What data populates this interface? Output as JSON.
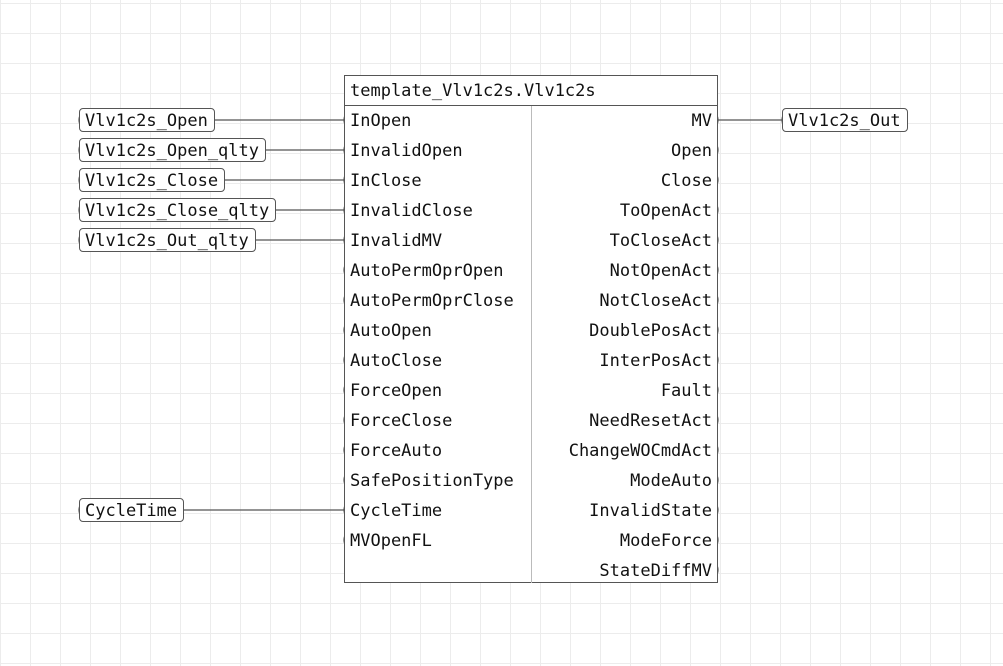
{
  "block": {
    "title": "template_Vlv1c2s.Vlv1c2s",
    "inputs": [
      "InOpen",
      "InvalidOpen",
      "InClose",
      "InvalidClose",
      "InvalidMV",
      "AutoPermOprOpen",
      "AutoPermOprClose",
      "AutoOpen",
      "AutoClose",
      "ForceOpen",
      "ForceClose",
      "ForceAuto",
      "SafePositionType",
      "CycleTime",
      "MVOpenFL"
    ],
    "outputs": [
      "MV",
      "Open",
      "Close",
      "ToOpenAct",
      "ToCloseAct",
      "NotOpenAct",
      "NotCloseAct",
      "DoublePosAct",
      "InterPosAct",
      "Fault",
      "NeedResetAct",
      "ChangeWOCmdAct",
      "ModeAuto",
      "InvalidState",
      "ModeForce",
      "StateDiffMV"
    ]
  },
  "input_tags": [
    {
      "label": "Vlv1c2s_Open",
      "pin": "InOpen"
    },
    {
      "label": "Vlv1c2s_Open_qlty",
      "pin": "InvalidOpen"
    },
    {
      "label": "Vlv1c2s_Close",
      "pin": "InClose"
    },
    {
      "label": "Vlv1c2s_Close_qlty",
      "pin": "InvalidClose"
    },
    {
      "label": "Vlv1c2s_Out_qlty",
      "pin": "InvalidMV"
    },
    {
      "label": "CycleTime",
      "pin": "CycleTime"
    }
  ],
  "output_tags": [
    {
      "label": "Vlv1c2s_Out",
      "pin": "MV"
    }
  ]
}
